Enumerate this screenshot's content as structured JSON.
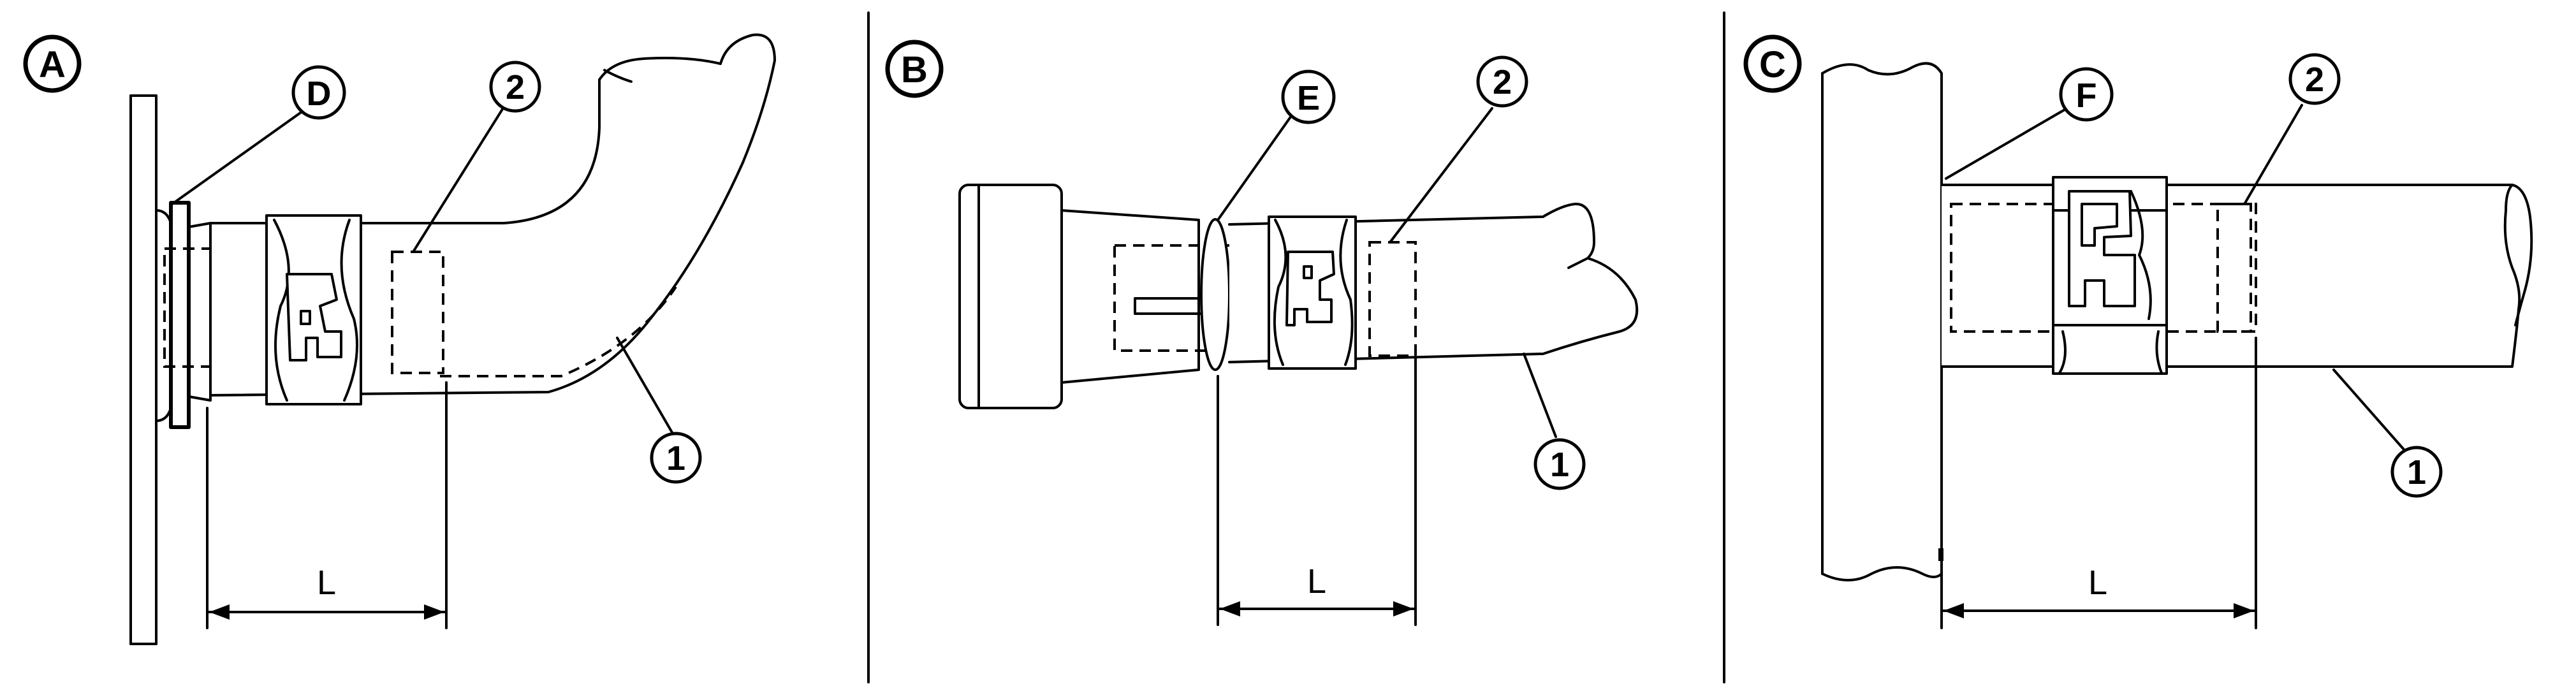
{
  "panels": [
    {
      "id": "A",
      "panel_label": "A",
      "fitting_label": "D",
      "hose_label": "1",
      "clamp_label": "2",
      "dimension_label": "L"
    },
    {
      "id": "B",
      "panel_label": "B",
      "fitting_label": "E",
      "hose_label": "1",
      "clamp_label": "2",
      "dimension_label": "L"
    },
    {
      "id": "C",
      "panel_label": "C",
      "fitting_label": "F",
      "hose_label": "1",
      "clamp_label": "2",
      "dimension_label": "L"
    }
  ]
}
